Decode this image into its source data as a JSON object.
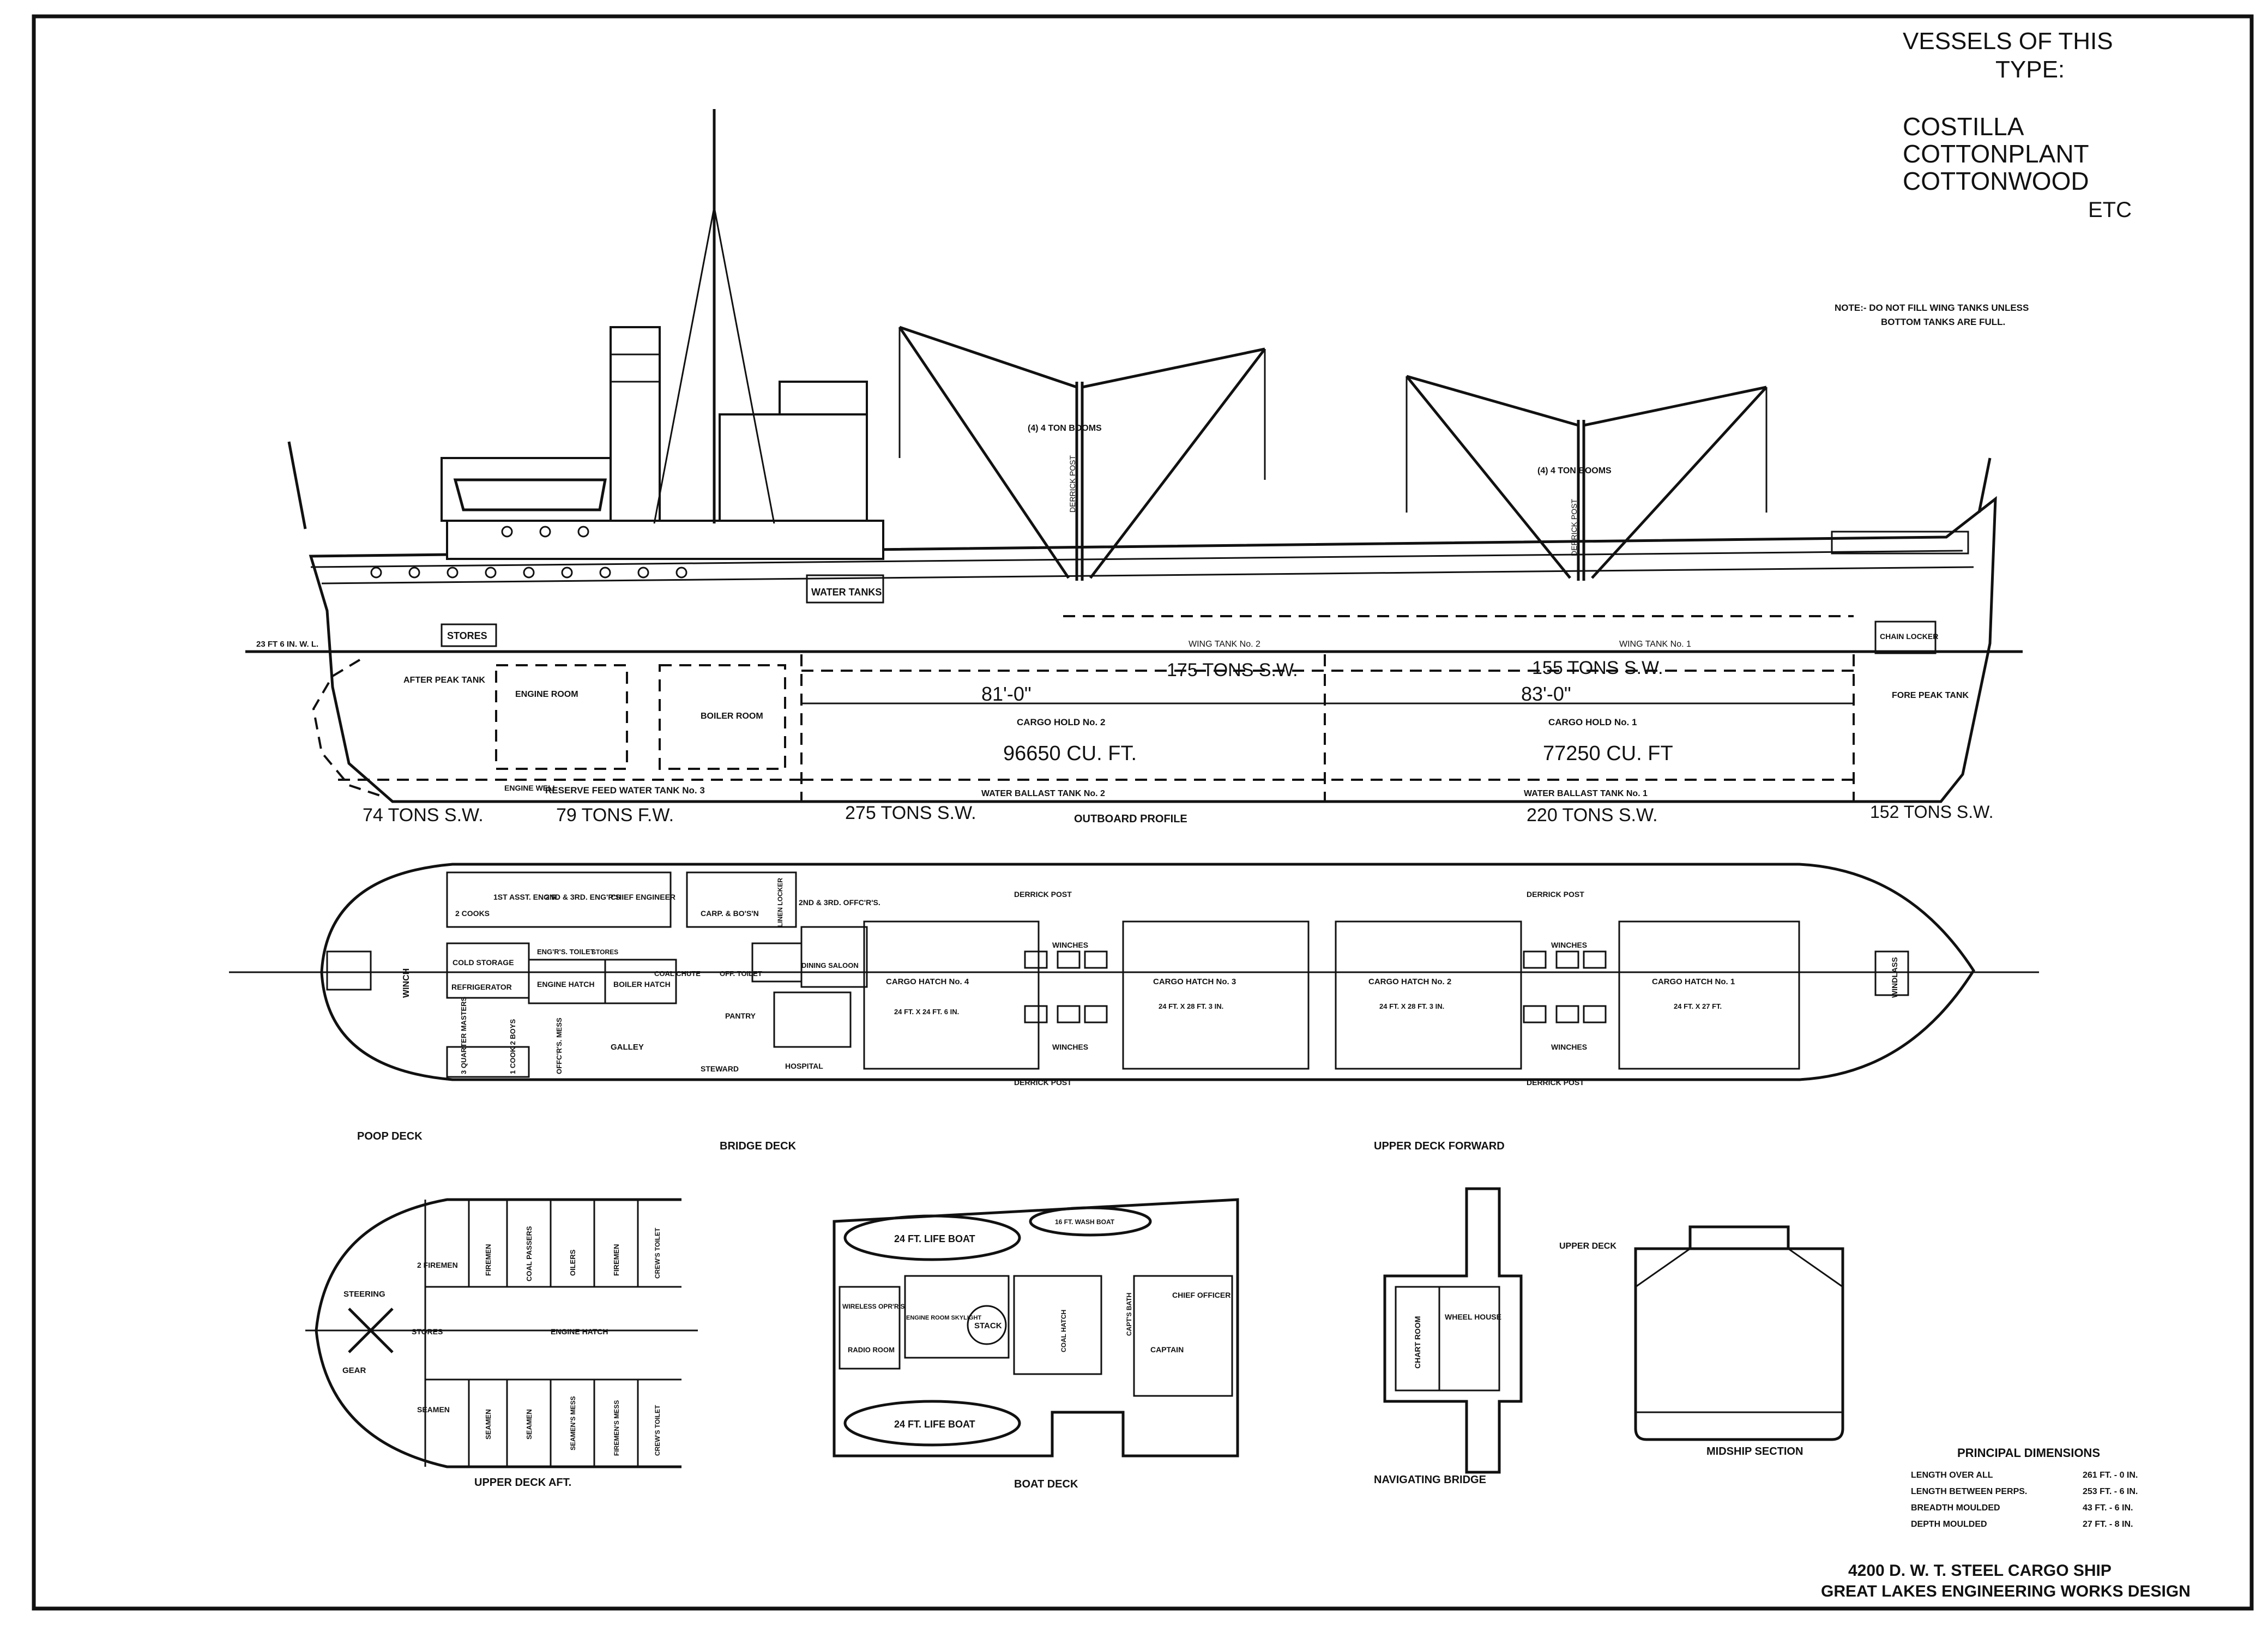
{
  "header": {
    "vessels_title_1": "VESSELS OF THIS",
    "vessels_title_2": "TYPE:",
    "vessels": [
      "COSTILLA",
      "COTTONPLANT",
      "COTTONWOOD",
      "ETC"
    ],
    "note_1": "NOTE:- DO NOT FILL WING TANKS UNLESS",
    "note_2": "BOTTOM TANKS ARE FULL."
  },
  "profile": {
    "title": "OUTBOARD PROFILE",
    "waterline": "23 FT 6 IN. W. L.",
    "booms_aft": "(4) 4 TON BOOMS",
    "booms_fwd": "(4) 4 TON BOOMS",
    "derrick_post": "DERRICK POST",
    "water_tanks": "WATER TANKS",
    "stores": "STORES",
    "after_peak": "AFTER PEAK TANK",
    "engine_room": "ENGINE ROOM",
    "boiler_room": "BOILER ROOM",
    "engine_well": "ENGINE WELL",
    "reserve_feed": "RESERVE FEED WATER TANK No. 3",
    "wing_tank_2": "WING TANK No. 2",
    "wing_tank_1": "WING TANK No. 1",
    "chain_locker": "CHAIN LOCKER",
    "fore_peak": "FORE PEAK TANK",
    "cargo_hold_2": "CARGO HOLD No. 2",
    "cargo_hold_1": "CARGO HOLD No. 1",
    "cuft_2": "96650 CU. FT.",
    "cuft_1": "77250 CU. FT",
    "len_2": "81'-0\"",
    "len_1": "83'-0\"",
    "wing_tons_2": "175 TONS S.W.",
    "wing_tons_1": "155 TONS S.W.",
    "wb_tank_2": "WATER BALLAST TANK No. 2",
    "wb_tank_1": "WATER BALLAST TANK No. 1",
    "tons_after_peak": "74 TONS S.W.",
    "tons_feed": "79 TONS F.W.",
    "tons_wb2": "275 TONS S.W.",
    "tons_wb1": "220 TONS S.W.",
    "tons_fore": "152 TONS S.W."
  },
  "deck_plan": {
    "labels": {
      "poop": "POOP DECK",
      "bridge": "BRIDGE DECK",
      "upper_fwd": "UPPER DECK FORWARD"
    },
    "rooms_top": [
      "2 COOKS",
      "1ST ASST. ENG'R.",
      "2ND & 3RD. ENG'R'S",
      "CHIEF ENGINEER",
      "CARP. & BO'S'N",
      "LINEN LOCKER",
      "2ND & 3RD. OFFC'R'S."
    ],
    "rooms_mid": [
      "COLD STORAGE",
      "REFRIGERATOR",
      "ENG'R'S. TOILET",
      "ENGINE HATCH",
      "BOILER HATCH",
      "STORES",
      "COAL CHUTE",
      "OFF. TOILET",
      "PANTRY",
      "DINING SALOON"
    ],
    "rooms_bottom": [
      "3 QUARTER MASTERS",
      "1 COOK 2 BOYS",
      "OFFC'R'S. MESS",
      "GALLEY",
      "STEWARD",
      "HOSPITAL"
    ],
    "winch": "WINCH",
    "winches": "WINCHES",
    "derrick_post": "DERRICK POST",
    "hatch_4": "CARGO HATCH No. 4",
    "hatch_4_size": "24 FT. X 24 FT. 6 IN.",
    "hatch_3": "CARGO HATCH No. 3",
    "hatch_3_size": "24 FT. X 28 FT. 3 IN.",
    "hatch_2": "CARGO HATCH No. 2",
    "hatch_2_size": "24 FT. X 28 FT. 3 IN.",
    "hatch_1": "CARGO HATCH No. 1",
    "hatch_1_size": "24 FT. X 27 FT.",
    "windlass": "WINDLASS"
  },
  "aft_deck": {
    "title": "UPPER DECK AFT.",
    "rooms_top": [
      "2 FIREMEN",
      "FIREMEN",
      "COAL PASSERS",
      "OILERS",
      "FIREMEN",
      "CREW'S TOILET"
    ],
    "rooms_bottom": [
      "SEAMEN",
      "SEAMEN",
      "SEAMEN",
      "SEAMEN'S MESS",
      "FIREMEN'S MESS",
      "CREW'S TOILET"
    ],
    "steering": "STEERING",
    "gear": "GEAR",
    "stores": "STORES",
    "engine_hatch": "ENGINE HATCH"
  },
  "boat_deck": {
    "title": "BOAT DECK",
    "life_boat": "24 FT. LIFE BOAT",
    "wash_boat": "16 FT. WASH BOAT",
    "rooms": [
      "WIRELESS OPR'R'S",
      "RADIO ROOM",
      "ENGINE ROOM SKYLIGHT",
      "STACK",
      "COAL HATCH",
      "CAPT'S BATH",
      "CHIEF OFFICER",
      "CAPTAIN"
    ]
  },
  "bridge": {
    "title": "NAVIGATING BRIDGE",
    "rooms": [
      "CHART ROOM",
      "WHEEL HOUSE"
    ]
  },
  "midship": {
    "title": "MIDSHIP SECTION",
    "upper_deck": "UPPER DECK"
  },
  "dimensions": {
    "title": "PRINCIPAL DIMENSIONS",
    "rows": [
      {
        "label": "LENGTH OVER ALL",
        "value": "261 FT. - 0 IN."
      },
      {
        "label": "LENGTH BETWEEN PERPS.",
        "value": "253 FT. - 6 IN."
      },
      {
        "label": "BREADTH MOULDED",
        "value": "43 FT. - 6 IN."
      },
      {
        "label": "DEPTH MOULDED",
        "value": "27 FT. - 8 IN."
      }
    ]
  },
  "footer": {
    "line_1": "4200 D. W. T. STEEL CARGO SHIP",
    "line_2": "GREAT LAKES ENGINEERING WORKS DESIGN"
  }
}
